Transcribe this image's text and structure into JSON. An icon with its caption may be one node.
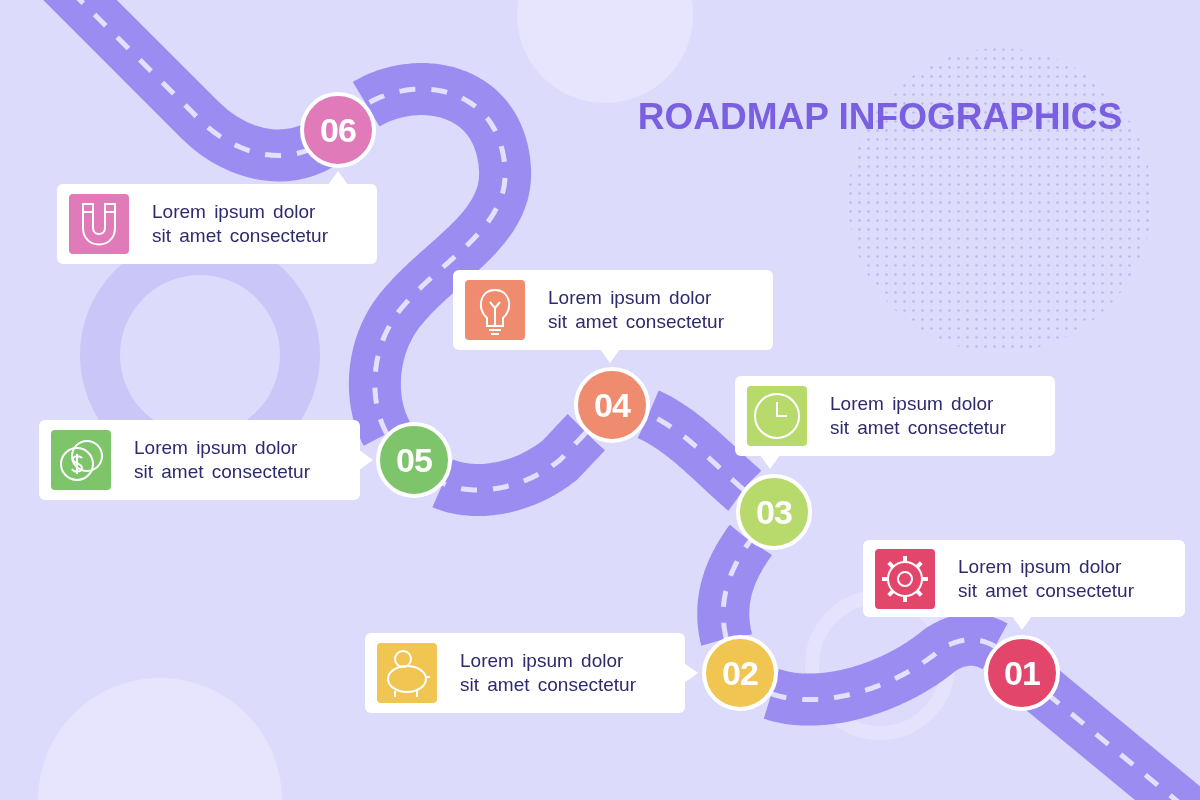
{
  "diagram": {
    "title": "ROADMAP INFOGRAPHICS",
    "nodes": [
      {
        "text": [
          "01"
        ]
      },
      {
        "text": [
          "Lorem ipsum dolor sit amet consectetur"
        ]
      },
      {
        "text": [
          "02"
        ]
      },
      {
        "text": [
          "Lorem ipsum dolor sit amet consectetur"
        ]
      },
      {
        "text": [
          "03"
        ]
      },
      {
        "text": [
          "Lorem ipsum dolor sit amet consectetur"
        ]
      },
      {
        "text": [
          "04"
        ]
      },
      {
        "text": [
          "Lorem ipsum dolor sit amet consectetur"
        ]
      },
      {
        "text": [
          "05"
        ]
      },
      {
        "text": [
          "Lorem ipsum dolor sit amet consectetur"
        ]
      },
      {
        "text": [
          "06"
        ]
      },
      {
        "text": [
          "Lorem ipsum dolor sit amet consectetur"
        ]
      }
    ],
    "edges": [
      {
        "from": 0,
        "to": 2,
        "arrow": "none"
      },
      {
        "from": 2,
        "to": 4,
        "arrow": "none"
      },
      {
        "from": 4,
        "to": 6,
        "arrow": "none"
      },
      {
        "from": 6,
        "to": 8,
        "arrow": "none"
      },
      {
        "from": 8,
        "to": 10,
        "arrow": "none"
      }
    ]
  }
}
